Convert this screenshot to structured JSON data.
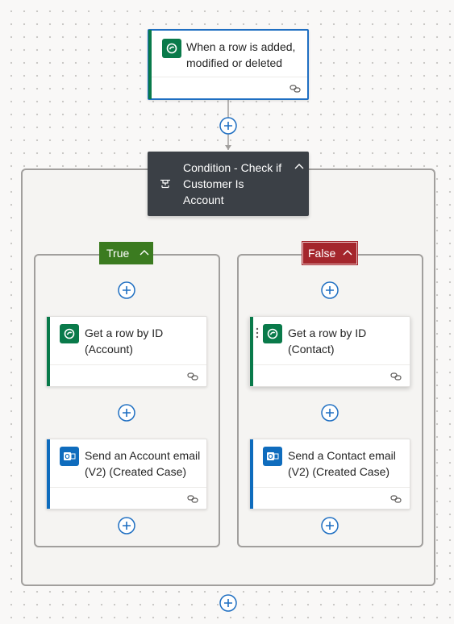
{
  "trigger": {
    "title": "When a row is added, modified or deleted",
    "icon": "dataverse-icon"
  },
  "condition": {
    "title": "Condition - Check if Customer Is Account",
    "icon": "condition-icon"
  },
  "branches": {
    "true": {
      "label": "True",
      "color": "#3b7b20",
      "get_row": {
        "title": "Get a row by ID (Account)",
        "icon": "dataverse-icon"
      },
      "send_email": {
        "title": "Send an Account email (V2) (Created Case)",
        "icon": "outlook-icon"
      }
    },
    "false": {
      "label": "False",
      "color": "#a4262c",
      "get_row": {
        "title": "Get a row by ID (Contact)",
        "icon": "dataverse-icon"
      },
      "send_email": {
        "title": "Send a Contact email (V2) (Created Case)",
        "icon": "outlook-icon"
      }
    }
  },
  "colors": {
    "dataverse": "#097a4a",
    "outlook": "#0f6cbd",
    "selected_border": "#1f6fc2",
    "condition_bg": "#3b4046",
    "plus": "#1f6fc2"
  }
}
